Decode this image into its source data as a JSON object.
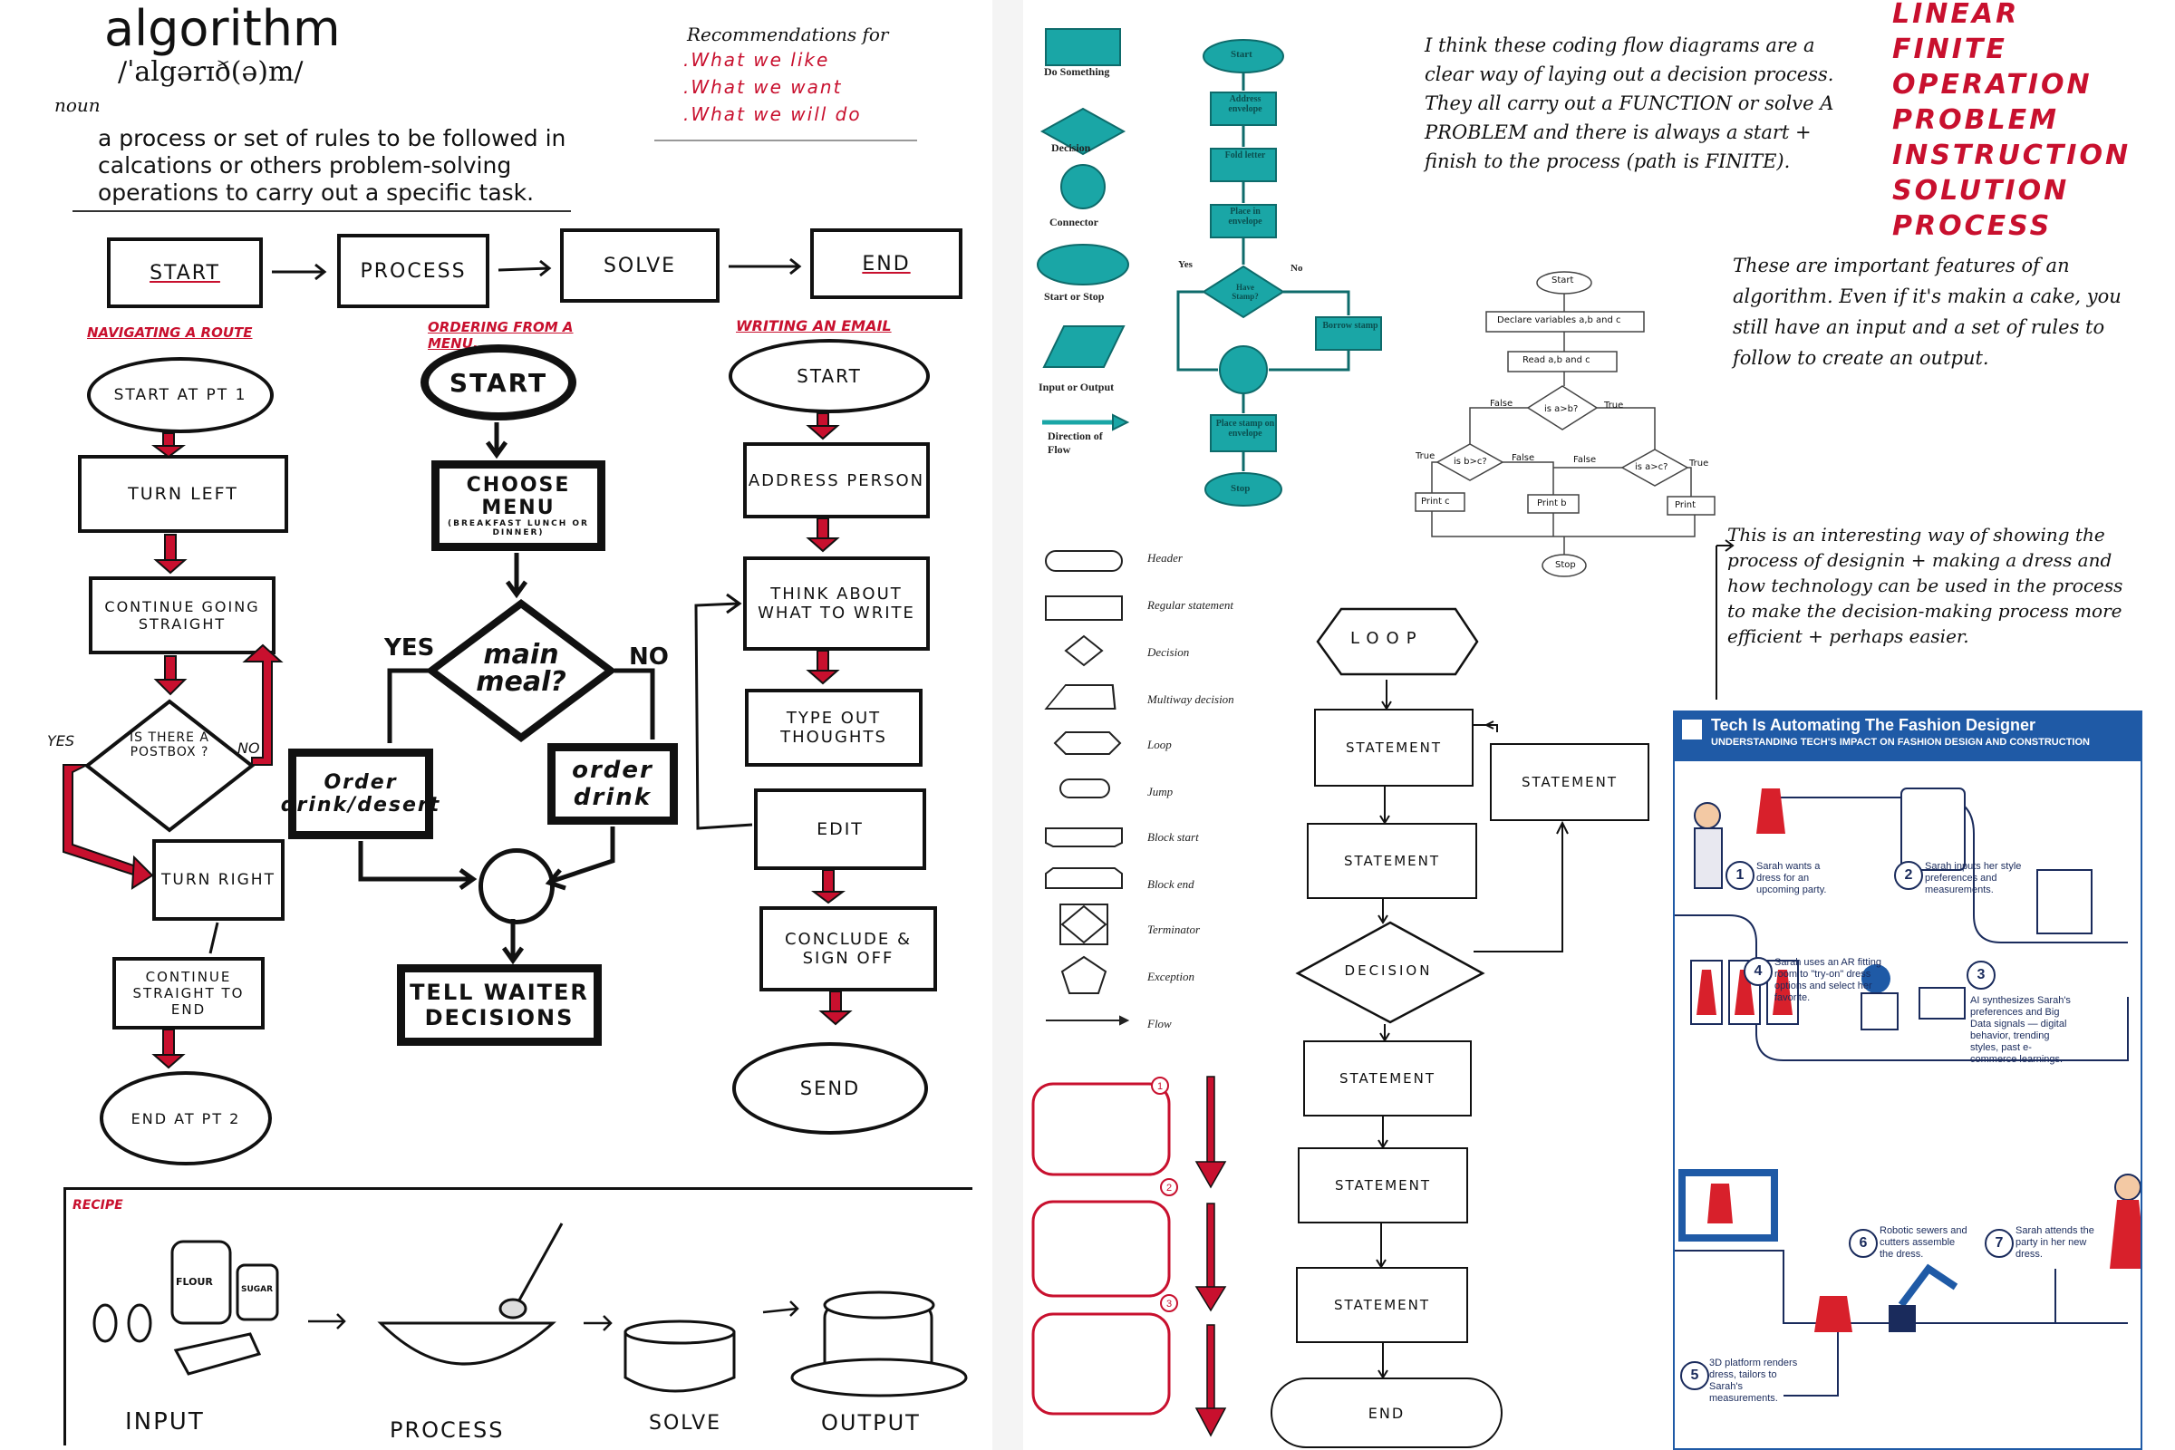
{
  "title": "algorithm",
  "pronunciation": "/ˈalgərɪð(ə)m/",
  "pos": "noun",
  "definition": "a process or set of rules to be followed in calcations or others problem-solving operations to carry out a specific task.",
  "recommendations": {
    "heading": "Recommendations for",
    "items": [
      ".What we like",
      ".What we want",
      ".What we will do"
    ]
  },
  "main_flow": [
    "START",
    "PROCESS",
    "SOLVE",
    "END"
  ],
  "route": {
    "heading": "NAVIGATING A ROUTE",
    "start": "START AT PT 1",
    "turn_left": "TURN LEFT",
    "continue1": "CONTINUE GOING STRAIGHT",
    "decision": "IS THERE A POSTBOX ?",
    "yes": "YES",
    "no": "NO",
    "turn_right": "TURN RIGHT",
    "continue2": "CONTINUE STRAIGHT TO END",
    "end": "END AT PT 2"
  },
  "menu": {
    "heading": "ORDERING FROM A MENU.",
    "start": "START",
    "choose": "CHOOSE MENU",
    "choose_sub": "(BREAKFAST LUNCH OR DINNER)",
    "decision": "main meal?",
    "yes": "YES",
    "no": "NO",
    "order_left": "Order drink/desert",
    "order_right": "order drink",
    "tell": "TELL WAITER DECISIONS"
  },
  "email": {
    "heading": "WRITING AN EMAIL",
    "start": "START",
    "address": "ADDRESS PERSON",
    "think": "THINK ABOUT WHAT TO WRITE",
    "type": "TYPE OUT THOUGHTS",
    "edit": "EDIT",
    "conclude": "CONCLUDE & SIGN OFF",
    "send": "SEND"
  },
  "recipe": {
    "heading": "RECIPE",
    "flour": "FLOUR",
    "sugar": "SUGAR",
    "labels": [
      "INPUT",
      "PROCESS",
      "SOLVE",
      "OUTPUT"
    ]
  },
  "teal_legend": [
    "Do Something",
    "Decision",
    "Connector",
    "Start or Stop",
    "Input or Output",
    "Direction of Flow"
  ],
  "teal_flow": {
    "start": "Start",
    "s1": "Address envelope",
    "s2": "Fold letter",
    "s3": "Place in envelope",
    "decision": "Have Stamp?",
    "yes": "Yes",
    "no": "No",
    "borrow": "Borrow stamp",
    "place": "Place stamp on envelope",
    "stop": "Stop"
  },
  "note1": "I think these coding flow diagrams are a clear way of laying out a decision process. They all carry out a FUNCTION or solve A PROBLEM and there is always a start + finish to the process (path is FINITE).",
  "key_terms": [
    "LINEAR",
    "FINITE",
    "OPERATION",
    "PROBLEM",
    "INSTRUCTION",
    "SOLUTION",
    "PROCESS"
  ],
  "note2": "These are important features of an algorithm. Even if it's makin a cake, you still have an input and a set of rules to follow to create an output.",
  "abc": {
    "start": "Start",
    "declare": "Declare variables a,b and c",
    "read": "Read a,b and c",
    "d1": "is a>b?",
    "d2": "is b>c?",
    "d3": "is a>c?",
    "true": "True",
    "false": "False",
    "printc": "Print c",
    "printb": "Print b",
    "printa": "Print",
    "stop": "Stop"
  },
  "shape_legend": [
    "Header",
    "Regular statement",
    "Decision",
    "Multiway decision",
    "Loop",
    "Jump",
    "Block start",
    "Block end",
    "Terminator",
    "Exception",
    "Flow"
  ],
  "loop_flow": {
    "loop": "LOOP",
    "statement": "STATEMENT",
    "decision": "DECISION",
    "end": "END"
  },
  "note3": "This is an interesting way of showing the process of designin + making a dress and how technology can be used in the process to make the decision-making process more efficient + perhaps easier.",
  "infographic": {
    "title": "Tech Is Automating The Fashion Designer",
    "subtitle": "UNDERSTANDING TECH'S IMPACT ON FASHION DESIGN AND CONSTRUCTION",
    "steps": [
      {
        "n": "1",
        "text": "Sarah wants a dress for an upcoming party."
      },
      {
        "n": "2",
        "text": "Sarah inputs her style preferences and measurements."
      },
      {
        "n": "3",
        "text": "AI synthesizes Sarah's preferences and Big Data signals — digital behavior, trending styles, past e-commerce learnings."
      },
      {
        "n": "4",
        "text": "Sarah uses an AR fitting room to \"try-on\" dress options and select her favorite."
      },
      {
        "n": "5",
        "text": "3D platform renders dress, tailors to Sarah's measurements."
      },
      {
        "n": "6",
        "text": "Robotic sewers and cutters assemble the dress."
      },
      {
        "n": "7",
        "text": "Sarah attends the party in her new dress."
      }
    ]
  },
  "colors": {
    "red": "#c8102e",
    "teal": "#1aa6a6",
    "navy": "#1a2b5c",
    "blue": "#1f5aa6"
  }
}
